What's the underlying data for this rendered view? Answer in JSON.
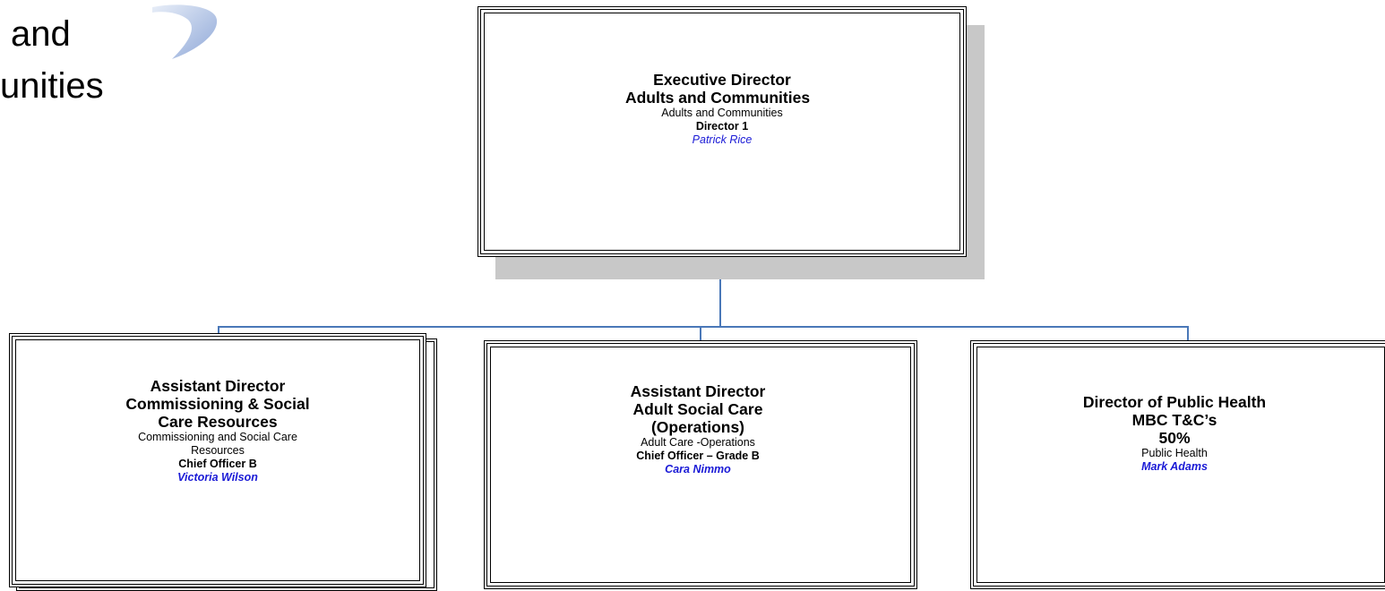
{
  "logo": {
    "line1": "and",
    "line2": "unities"
  },
  "nodes": {
    "executive": {
      "title1": "Executive Director",
      "title2": "Adults and Communities",
      "department": "Adults and Communities",
      "grade": "Director 1",
      "name": "Patrick Rice"
    },
    "commissioning": {
      "title1": "Assistant Director",
      "title2": "Commissioning & Social",
      "title3": "Care Resources",
      "department1": "Commissioning and Social Care",
      "department2": "Resources",
      "grade": "Chief Officer B",
      "name": "Victoria Wilson"
    },
    "operations": {
      "title1": "Assistant Director",
      "title2": "Adult Social Care",
      "title3": "(Operations)",
      "department": "Adult Care -Operations",
      "grade": "Chief Officer – Grade B",
      "name": "Cara Nimmo"
    },
    "public_health": {
      "title1": "Director of Public Health",
      "title2": "MBC T&C’s",
      "title3": "50%",
      "department": "Public Health",
      "name": "Mark Adams"
    }
  },
  "colors": {
    "connector": "#4a78b8",
    "name_text": "#1a1ad6",
    "shadow": "#c8c8c8"
  }
}
